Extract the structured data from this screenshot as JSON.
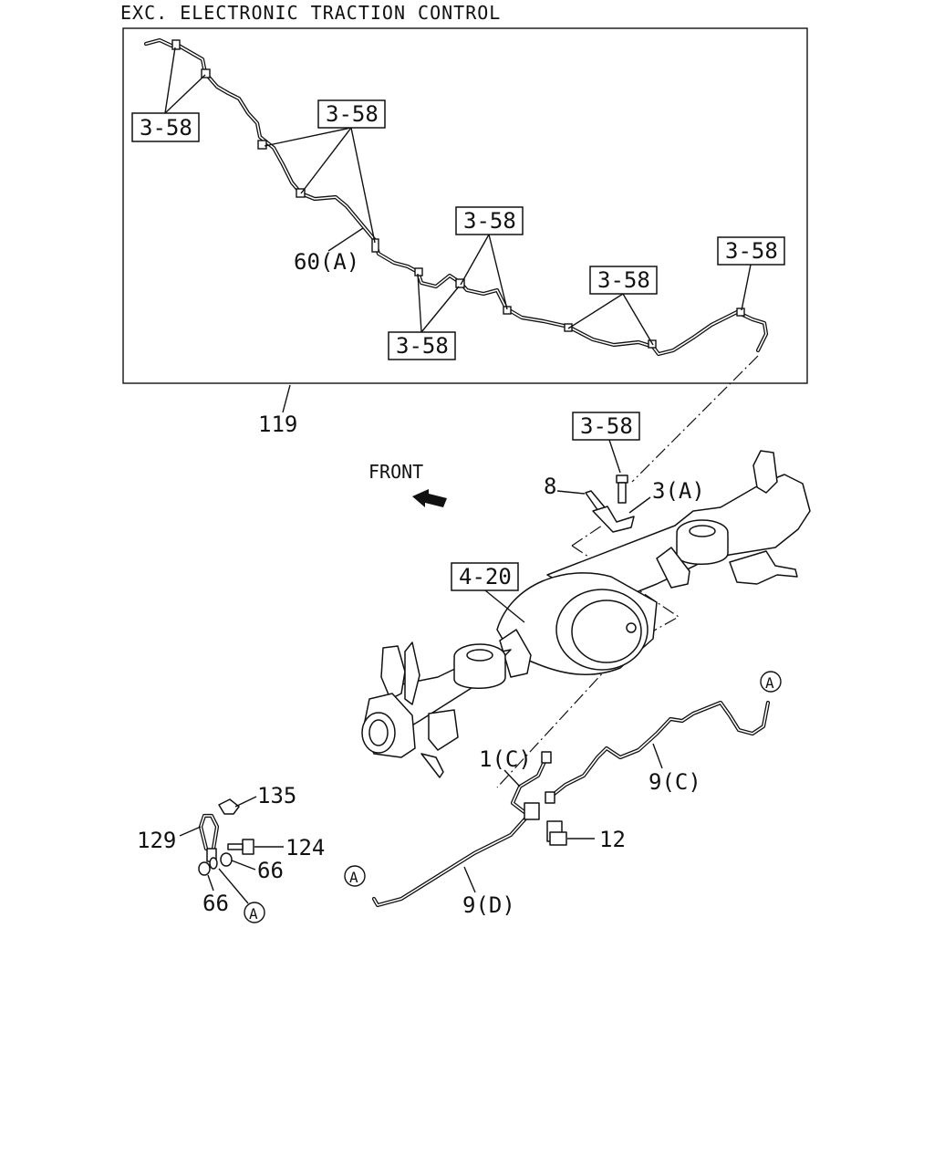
{
  "title": "EXC. ELECTRONIC TRACTION CONTROL",
  "direction_label": "FRONT",
  "labels": {
    "ref_3_58": "3-58",
    "ref_4_20": "4-20",
    "p119": "119",
    "p60a": "60(A)",
    "p8": "8",
    "p3a": "3(A)",
    "p1c": "1(C)",
    "p9c": "9(C)",
    "p9d": "9(D)",
    "p12": "12",
    "p135": "135",
    "p129": "129",
    "p124": "124",
    "p66": "66",
    "conn_a": "A"
  }
}
